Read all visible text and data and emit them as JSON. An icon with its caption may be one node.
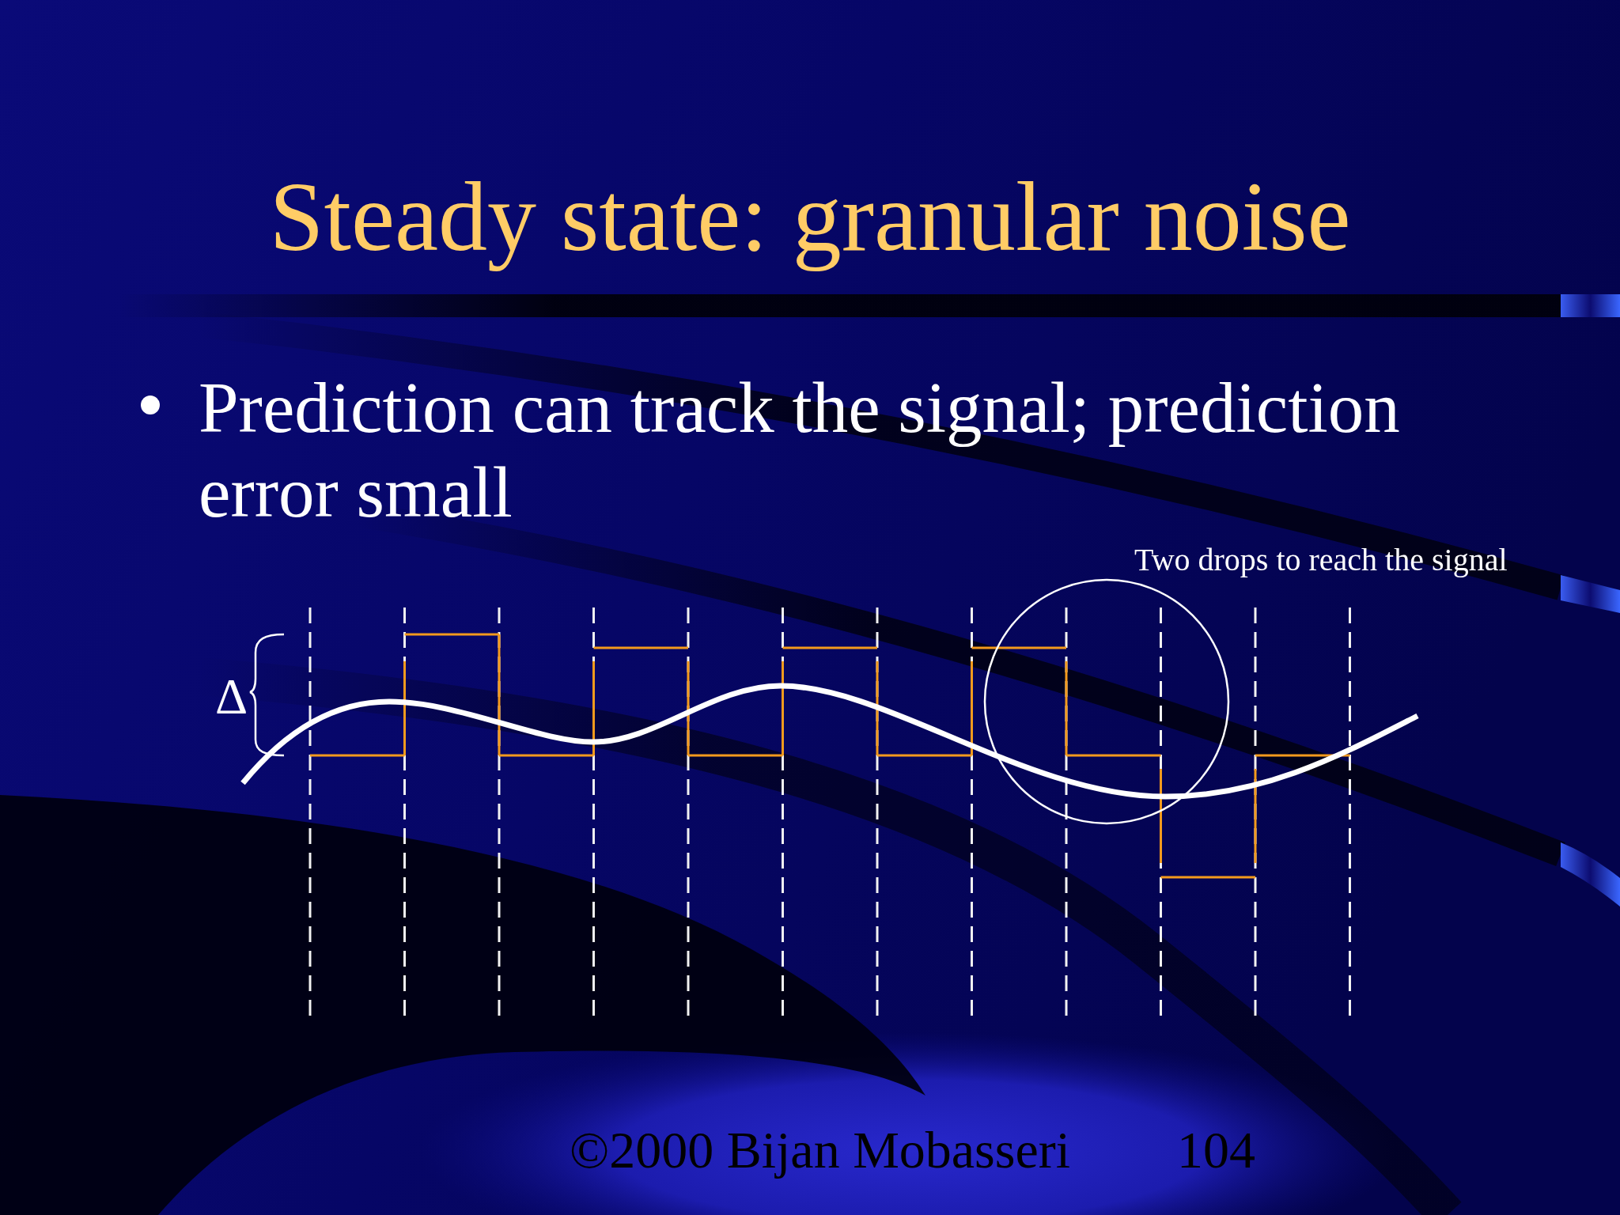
{
  "diagram": {
    "title": "Steady state: granular noise",
    "labels": [
      "Prediction can track the signal; prediction error small",
      "Two drops to reach the signal",
      "Δ",
      "©2000 Bijan Mobasseri",
      "104"
    ]
  }
}
